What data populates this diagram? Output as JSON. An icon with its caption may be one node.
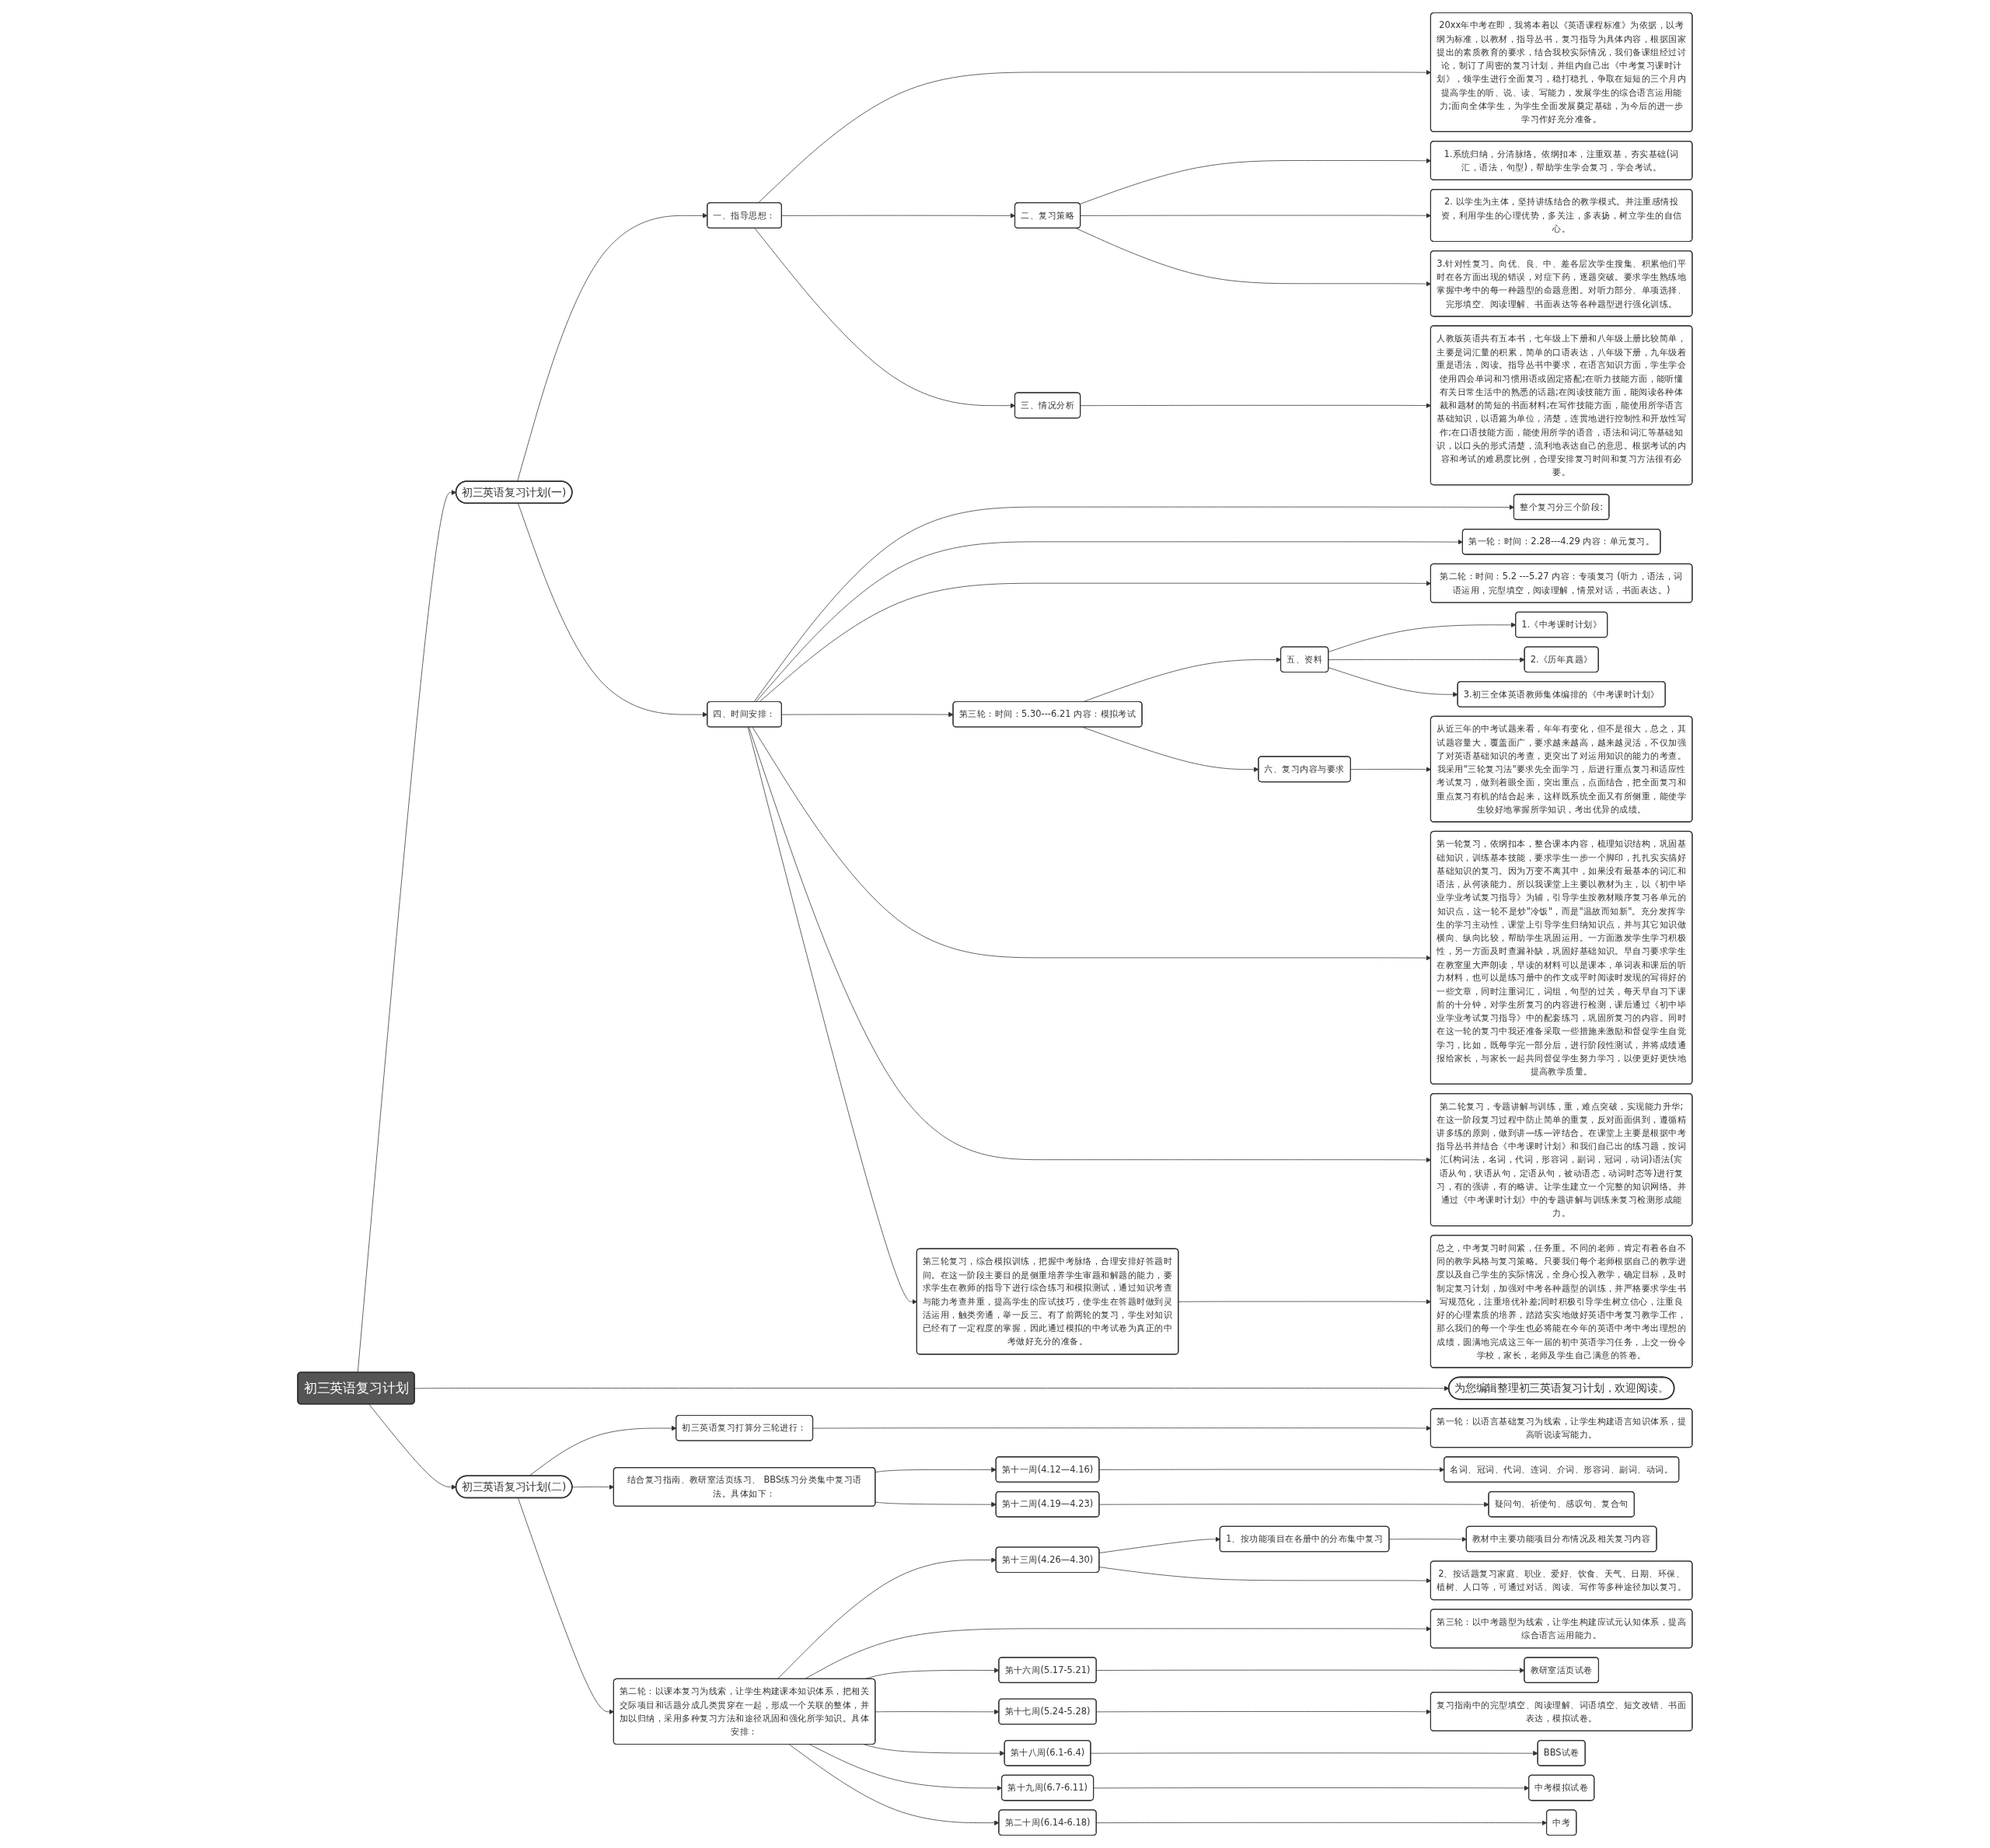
{
  "diagram": {
    "nodes": [
      {
        "text": [
          "初三英语复习计划"
        ]
      },
      {
        "text": [
          "初三英语复习计划(一)"
        ]
      },
      {
        "text": [
          "一、指导思想："
        ]
      },
      {
        "text": [
          "20xx年中考在即，我将本着以《英语课程标准》为依据，以考纲为标准，以教材，指导丛书，复习指导为具体内容，根据国家提出的素质教育的要求，结合我校实际情况，我们备课组经过讨论，制订了周密的复习计划，并组内自己出《中考复习课时计划》，领学生进行全面复习，稳打稳扎，争取在短短的三个月内提高学生的听、说、读、写能力，发展学生的综合语言运用能力;面向全体学生，为学生全面发展奠定基础，为今后的进一步学习作好充分准备。"
        ]
      },
      {
        "text": [
          "二、复习策略"
        ]
      },
      {
        "text": [
          "1.系统归纳，分清脉络。依纲扣本，注重双基，夯实基础(词汇，语法，句型)，帮助学生学会复习，学会考试。"
        ]
      },
      {
        "text": [
          "2. 以学生为主体，坚持讲练结合的教学模式。并注重感情投资，利用学生的心理优势，多关注，多表扬，树立学生的自信心。"
        ]
      },
      {
        "text": [
          "3.针对性复习。向优、良、中、差各层次学生搜集、积累他们平时在各方面出现的错误，对症下药，逐题突破。要求学生熟练地掌握中考中的每一种题型的命题意图。对听力部分、单项选择、完形填空、阅读理解、书面表达等各种题型进行强化训练。"
        ]
      },
      {
        "text": [
          "三、情况分析"
        ]
      },
      {
        "text": [
          "人教版英语共有五本书，七年级上下册和八年级上册比较简单，主要是词汇量的积累，简单的口语表达，八年级下册，九年级着重是语法，阅读。指导丛书中要求，在语言知识方面，学生学会使用四会单词和习惯用语或固定搭配;在听力技能方面，能听懂有关日常生活中的熟悉的话题;在阅读技能方面，能阅读各种体裁和题材的简短的书面材料;在写作技能方面，能使用所学语言基础知识，以语篇为单位，清楚，连贯地进行控制性和开放性写作;在口语技能方面，能使用所学的语音，语法和词汇等基础知识，以口头的形式清楚，流利地表达自己的意思。根据考试的内容和考试的难易度比例，合理安排复习时间和复习方法很有必要。"
        ]
      },
      {
        "text": [
          "四、时间安排："
        ]
      },
      {
        "text": [
          "整个复习分三个阶段:"
        ]
      },
      {
        "text": [
          "第一轮：时间：2.28---4.29 内容：单元复习。"
        ]
      },
      {
        "text": [
          "第二轮：时间：5.2 ---5.27 内容：专项复习 (听力，语法，词语运用，完型填空，阅读理解，情景对话，书面表达。)"
        ]
      },
      {
        "text": [
          "第三轮：时间：5.30---6.21 内容：模拟考试"
        ]
      },
      {
        "text": [
          "五、资料"
        ]
      },
      {
        "text": [
          "1.《中考课时计划》"
        ]
      },
      {
        "text": [
          "2.《历年真题》"
        ]
      },
      {
        "text": [
          "3.初三全体英语教师集体编排的《中考课时计划》"
        ]
      },
      {
        "text": [
          "六、复习内容与要求"
        ]
      },
      {
        "text": [
          "从近三年的中考试题来看，年年有变化，但不是很大，总之，其试题容量大，覆盖面广，要求越来越高，越来越灵活，不仅加强了对英语基础知识的考查，更突出了对运用知识的能力的考查。我采用\"三轮复习法\"要求先全面学习，后进行重点复习和适应性考试复习，做到着眼全面，突出重点，点面结合，把全面复习和重点复习有机的结合起来，这样既系统全面又有所侧重，能使学生较好地掌握所学知识，考出优异的成绩。"
        ]
      },
      {
        "text": [
          "第一轮复习，依纲扣本，整合课本内容，梳理知识结构，巩固基础知识，训练基本技能，要求学生一步一个脚印，扎扎实实搞好基础知识的复习。因为万变不离其中，如果没有最基本的词汇和语法，从何谈能力。所以我课堂上主要以教材为主，以《初中毕业学业考试复习指导》为辅，引导学生按教材顺序复习各单元的知识点，这一轮不是炒\"冷饭\"，而是\"温故而知新\"。充分发挥学生的学习主动性，课堂上引导学生归纳知识点，并与其它知识做横向、纵向比较，帮助学生巩固运用。一方面激发学生学习积极性，另一方面及时查漏补缺，巩固好基础知识。早自习要求学生在教室里大声朗读，早读的材料可以是课本，单词表和课后的听力材料，也可以是练习册中的作文或平时阅读时发现的写得好的一些文章，同时注重词汇，词组，句型的过关，每天早自习下课前的十分钟，对学生所复习的内容进行检测，课后通过《初中毕业学业考试复习指导》中的配套练习，巩固所复习的内容。同时在这一轮的复习中我还准备采取一些措施来激励和督促学生自觉学习，比如，既每学完一部分后，进行阶段性测试，并将成绩通报给家长，与家长一起共同督促学生努力学习，以便更好更快地提高教学质量。"
        ]
      },
      {
        "text": [
          "第二轮复习，专题讲解与训练，重，难点突破，实现能力升华;在这一阶段复习过程中防止简单的重复，反对面面俱到，遵循精讲多练的原则，做到讲—练—评结合。在课堂上主要是根据中考指导丛书并结合《中考课时计划》和我们自己出的练习题，按词汇(构词法，名词，代词，形容词，副词，冠词，动词)语法(宾语从句，状语从句，定语从句，被动语态，动词时态等)进行复习，有的强讲，有的略讲。让学生建立一个完整的知识网络。并通过《中考课时计划》中的专题讲解与训练来复习检测形成能力。"
        ]
      },
      {
        "text": [
          "第三轮复习，综合模拟训练，把握中考脉络，合理安排好答题时间。在这一阶段主要目的是侧重培养学生审题和解题的能力，要求学生在教师的指导下进行综合练习和模拟测试，通过知识考查与能力考查并重，提高学生的应试技巧，使学生在答题时做到灵活运用，触类旁通，举一反三。有了前两轮的复习，学生对知识已经有了一定程度的掌握，因此通过模拟的中考试卷为真正的中考做好充分的准备。"
        ]
      },
      {
        "text": [
          "总之，中考复习时间紧，任务重。不同的老师，肯定有着各自不同的教学风格与复习策略。只要我们每个老师根据自己的教学进度以及自己学生的实际情况，全身心投入教学，确定目标，及时制定复习计划，加强对中考各种题型的训练，并严格要求学生书写规范化，注重培优补差;同时积极引导学生树立信心，注重良好的心理素质的培养，踏踏实实地做好英语中考复习教学工作，那么我们的每一个学生也必将能在今年的英语中考中考出理想的成绩，圆满地完成这三年一届的初中英语学习任务，上交一份令学校，家长，老师及学生自己满意的答卷。"
        ]
      },
      {
        "text": [
          "为您编辑整理初三英语复习计划，欢迎阅读。"
        ]
      },
      {
        "text": [
          "初三英语复习计划(二)"
        ]
      },
      {
        "text": [
          "初三英语复习打算分三轮进行："
        ]
      },
      {
        "text": [
          "第一轮：以语言基础复习为线索，让学生构建语言知识体系，提高听说读写能力。"
        ]
      },
      {
        "text": [
          "结合复习指南、教研室活页练习、 BBS练习分类集中复习语法。具体如下："
        ]
      },
      {
        "text": [
          "第十一周(4.12—4.16)"
        ]
      },
      {
        "text": [
          "名词、冠词、代词、连词、介词、形容词、副词、动词。"
        ]
      },
      {
        "text": [
          "第十二周(4.19—4.23)"
        ]
      },
      {
        "text": [
          "疑问句、祈使句、感叹句、复合句"
        ]
      },
      {
        "text": [
          "第二轮：以课本复习为线索，让学生构建课本知识体系，把相关交际项目和话题分成几类贯穿在一起，形成一个关联的整体，并加以归纳，采用多种复习方法和途径巩固和强化所学知识。具体安排："
        ]
      },
      {
        "text": [
          "第十三周(4.26—4.30)"
        ]
      },
      {
        "text": [
          "1、按功能项目在各册中的分布集中复习"
        ]
      },
      {
        "text": [
          "教材中主要功能项目分布情况及相关复习内容"
        ]
      },
      {
        "text": [
          "2、按话题复习家庭、职业、爱好、饮食、天气、日期、环保、植树、人口等，可通过对话、阅读、写作等多种途径加以复习。"
        ]
      },
      {
        "text": [
          "第三轮：以中考题型为线索，让学生构建应试元认知体系，提高综合语言运用能力。"
        ]
      },
      {
        "text": [
          "第十六周(5.17-5.21)"
        ]
      },
      {
        "text": [
          "教研室活页试卷"
        ]
      },
      {
        "text": [
          "第十七周(5.24-5.28)"
        ]
      },
      {
        "text": [
          "复习指南中的完型填空、阅读理解、词语填空、短文改错、书面表达，模拟试卷。"
        ]
      },
      {
        "text": [
          "第十八周(6.1-6.4)"
        ]
      },
      {
        "text": [
          "BBS试卷"
        ]
      },
      {
        "text": [
          "第十九周(6.7-6.11)"
        ]
      },
      {
        "text": [
          "中考模拟试卷"
        ]
      },
      {
        "text": [
          "第二十周(6.14-6.18)"
        ]
      },
      {
        "text": [
          "中考"
        ]
      }
    ],
    "edges": [
      {
        "from": 0,
        "to": 1,
        "arrow": "to"
      },
      {
        "from": 1,
        "to": 2,
        "arrow": "to"
      },
      {
        "from": 2,
        "to": 3,
        "arrow": "to"
      },
      {
        "from": 2,
        "to": 4,
        "arrow": "to"
      },
      {
        "from": 4,
        "to": 5,
        "arrow": "to"
      },
      {
        "from": 4,
        "to": 6,
        "arrow": "to"
      },
      {
        "from": 4,
        "to": 7,
        "arrow": "to"
      },
      {
        "from": 2,
        "to": 8,
        "arrow": "to"
      },
      {
        "from": 8,
        "to": 9,
        "arrow": "to"
      },
      {
        "from": 1,
        "to": 10,
        "arrow": "to"
      },
      {
        "from": 10,
        "to": 11,
        "arrow": "to"
      },
      {
        "from": 10,
        "to": 12,
        "arrow": "to"
      },
      {
        "from": 10,
        "to": 13,
        "arrow": "to"
      },
      {
        "from": 10,
        "to": 14,
        "arrow": "to"
      },
      {
        "from": 14,
        "to": 15,
        "arrow": "to"
      },
      {
        "from": 15,
        "to": 16,
        "arrow": "to"
      },
      {
        "from": 15,
        "to": 17,
        "arrow": "to"
      },
      {
        "from": 15,
        "to": 18,
        "arrow": "to"
      },
      {
        "from": 14,
        "to": 19,
        "arrow": "to"
      },
      {
        "from": 19,
        "to": 20,
        "arrow": "to"
      },
      {
        "from": 10,
        "to": 21,
        "arrow": "to"
      },
      {
        "from": 10,
        "to": 22,
        "arrow": "to"
      },
      {
        "from": 10,
        "to": 23,
        "arrow": "to"
      },
      {
        "from": 23,
        "to": 24,
        "arrow": "to"
      },
      {
        "from": 0,
        "to": 25,
        "arrow": "to"
      },
      {
        "from": 0,
        "to": 26,
        "arrow": "to"
      },
      {
        "from": 26,
        "to": 27,
        "arrow": "to"
      },
      {
        "from": 27,
        "to": 28,
        "arrow": "to"
      },
      {
        "from": 26,
        "to": 29,
        "arrow": "to"
      },
      {
        "from": 29,
        "to": 30,
        "arrow": "to"
      },
      {
        "from": 30,
        "to": 31,
        "arrow": "to"
      },
      {
        "from": 29,
        "to": 32,
        "arrow": "to"
      },
      {
        "from": 32,
        "to": 33,
        "arrow": "to"
      },
      {
        "from": 26,
        "to": 34,
        "arrow": "to"
      },
      {
        "from": 34,
        "to": 35,
        "arrow": "to"
      },
      {
        "from": 35,
        "to": 36,
        "arrow": "to"
      },
      {
        "from": 36,
        "to": 37,
        "arrow": "to"
      },
      {
        "from": 35,
        "to": 38,
        "arrow": "to"
      },
      {
        "from": 34,
        "to": 39,
        "arrow": "to"
      },
      {
        "from": 34,
        "to": 40,
        "arrow": "to"
      },
      {
        "from": 40,
        "to": 41,
        "arrow": "to"
      },
      {
        "from": 34,
        "to": 42,
        "arrow": "to"
      },
      {
        "from": 42,
        "to": 43,
        "arrow": "to"
      },
      {
        "from": 34,
        "to": 44,
        "arrow": "to"
      },
      {
        "from": 44,
        "to": 45,
        "arrow": "to"
      },
      {
        "from": 34,
        "to": 46,
        "arrow": "to"
      },
      {
        "from": 46,
        "to": 47,
        "arrow": "to"
      },
      {
        "from": 34,
        "to": 48,
        "arrow": "to"
      },
      {
        "from": 48,
        "to": 49,
        "arrow": "to"
      }
    ]
  }
}
